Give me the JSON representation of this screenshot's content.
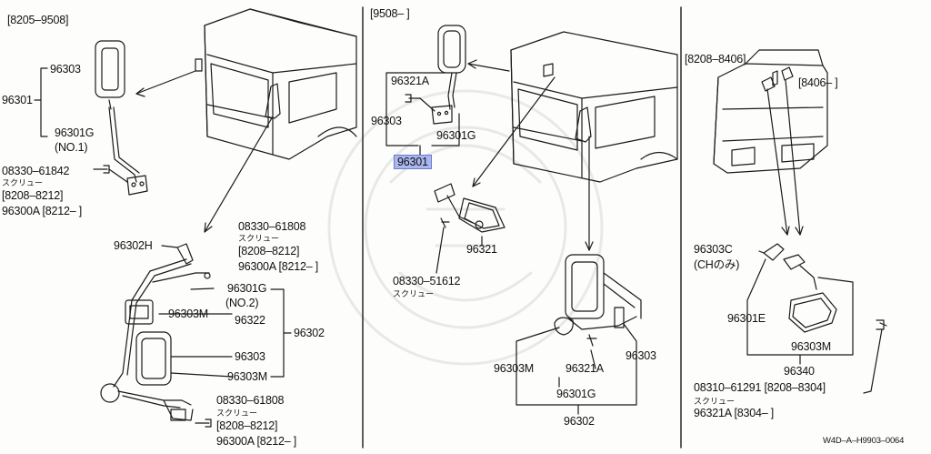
{
  "panel_left": {
    "date_header": "[8205–9508]",
    "labels": {
      "p96303_mirror": "96303",
      "p96301_group": "96301",
      "p96301g_no1": "96301G",
      "no1": "(NO.1)",
      "screw_part_1": "08330–61842",
      "screw_jp_1": "スクリュー",
      "date_8208_8212_1": "[8208–8212]",
      "p96300a_1": "96300A [8212–      ]",
      "p96302h": "96302H",
      "screw_part_2": "08330–61808",
      "screw_jp_2": "スクリュー",
      "date_8208_8212_2": "[8208–8212]",
      "p96300a_2": "96300A [8212–      ]",
      "p96301g_no2": "96301G",
      "no2": "(NO.2)",
      "p96303m_a": "96303M",
      "p96322": "96322",
      "p96302_group": "96302",
      "p96303_b": "96303",
      "p96303m_b": "96303M",
      "screw_part_3": "08330–61808",
      "screw_jp_3": "スクリュー",
      "date_8208_8212_3": "[8208–8212]",
      "p96300a_3": "96300A [8212–      ]"
    }
  },
  "panel_middle": {
    "date_header": "[9508–        ]",
    "labels": {
      "p96321a_top": "96321A",
      "p96303_top": "96303",
      "p96301g_top": "96301G",
      "p96301_highlighted": "96301",
      "p96321": "96321",
      "screw_part": "08330–51612",
      "screw_jp": "スクリュー",
      "p96303m": "96303M",
      "p96321a": "96321A",
      "p96303": "96303",
      "p96301g": "96301G",
      "p96302": "96302"
    }
  },
  "panel_right": {
    "date_header_1": "[8208–8406]",
    "date_header_2": "[8406–        ]",
    "labels": {
      "p96303c": "96303C",
      "ch_only": "(CHのみ)",
      "p96301e": "96301E",
      "p96303m": "96303M",
      "p96340": "96340",
      "screw_part": "08310–61291 [8208–8304]",
      "screw_jp": "スクリュー",
      "p96321a": "96321A [8304–       ]"
    }
  },
  "footer_ref": "W4D–A–H9903–0064",
  "colors": {
    "highlight_fill": "#aab6ee",
    "highlight_border": "#6b7bcf",
    "ink": "#111111"
  }
}
